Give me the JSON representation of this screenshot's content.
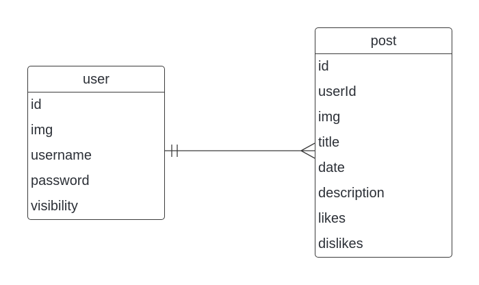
{
  "entities": {
    "user": {
      "title": "user",
      "fields": [
        "id",
        "img",
        "username",
        "password",
        "visibility"
      ]
    },
    "post": {
      "title": "post",
      "fields": [
        "id",
        "userId",
        "img",
        "title",
        "date",
        "description",
        "likes",
        "dislikes"
      ]
    }
  },
  "relationship": {
    "from": "user",
    "to": "post",
    "from_cardinality": "one-and-only-one",
    "to_cardinality": "many",
    "line_color": "#3a3a3a"
  }
}
